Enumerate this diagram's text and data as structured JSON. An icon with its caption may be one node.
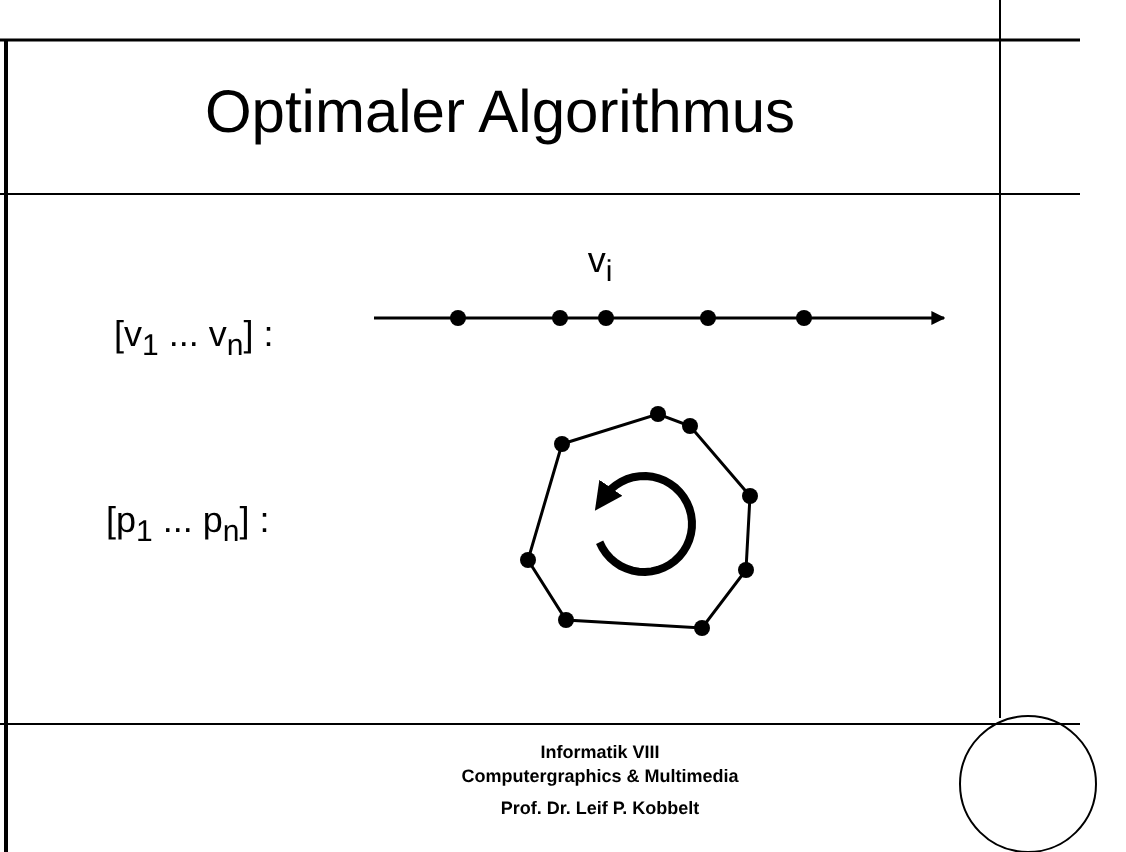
{
  "diagram": {
    "title": "Optimaler Algorithmus",
    "labels": [
      "v$_{i}$",
      "[v$_{1}$ ... v$_{n}$] :",
      "[p$_{1}$ ... p$_{n}$] :",
      "Informatik VIII",
      "Computergraphics & Multimedia",
      "Prof. Dr. Leif P. Kobbelt"
    ]
  }
}
